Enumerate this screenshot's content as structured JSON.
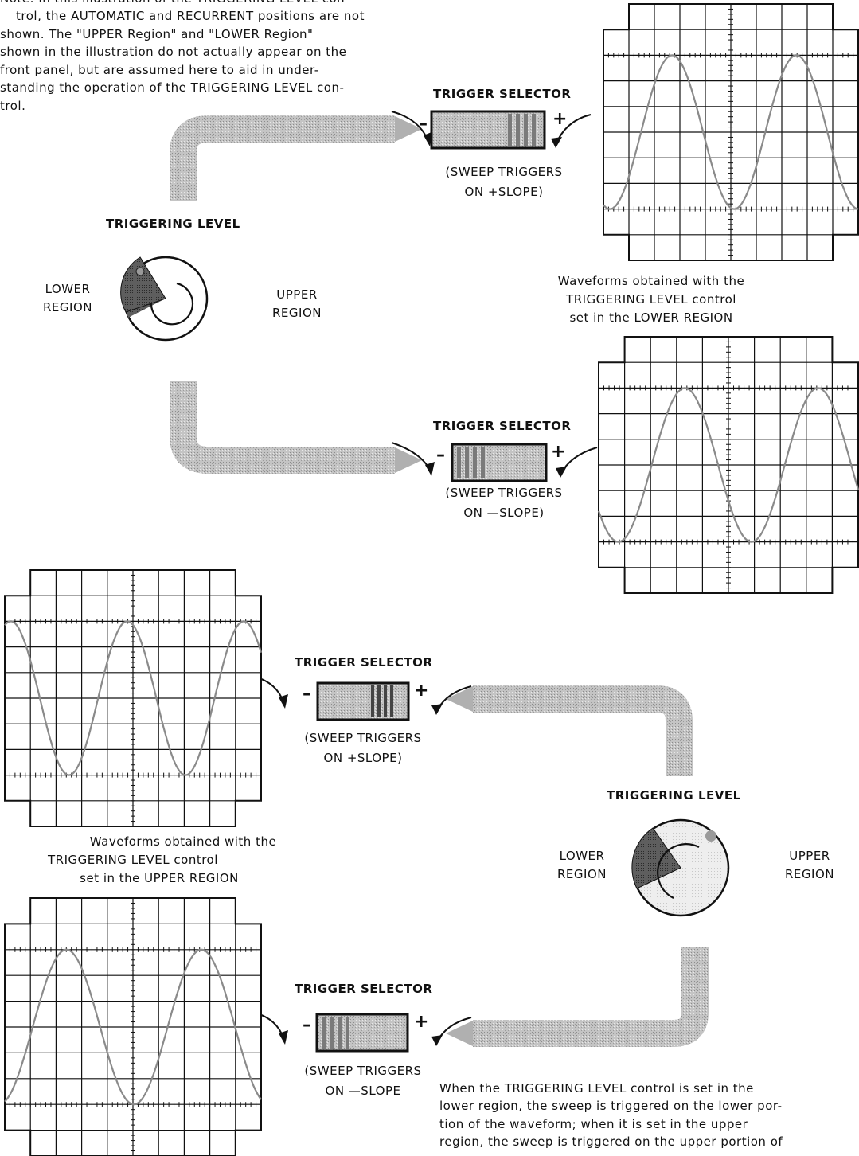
{
  "note_lines": [
    "Note: In this illustration of the TRIGGERING LEVEL con-",
    "trol, the AUTOMATIC and RECURRENT positions are not",
    "shown.  The \"UPPER Region\" and \"LOWER Region\"",
    "shown in the illustration do not actually appear on the",
    "front panel, but are assumed here to aid in under-",
    "standing the operation of the TRIGGERING LEVEL con-",
    "trol."
  ],
  "labels": {
    "triggering_level": "TRIGGERING LEVEL",
    "trigger_selector": "TRIGGER SELECTOR",
    "lower_region_1": "LOWER",
    "lower_region_2": "REGION",
    "upper_region_1": "UPPER",
    "upper_region_2": "REGION",
    "sweep_triggers": "(SWEEP TRIGGERS",
    "on_plus_slope": "ON  +SLOPE)",
    "on_minus_slope_closed": "ON  —SLOPE)",
    "on_minus_slope_open": "ON  —SLOPE",
    "minus": "–",
    "plus": "+"
  },
  "caption_lower": [
    "Waveforms obtained with the",
    "TRIGGERING LEVEL control",
    "set in the LOWER REGION"
  ],
  "caption_upper": [
    "Waveforms obtained with the",
    "TRIGGERING LEVEL control",
    "set in the UPPER REGION"
  ],
  "bottom_note_lines": [
    "When the TRIGGERING LEVEL control is set in the",
    "lower region, the sweep is triggered on the lower por-",
    "tion of the waveform; when it is set in the upper",
    "region, the sweep is triggered on the upper portion of"
  ],
  "colors": {
    "line": "#111111",
    "trace": "#8a8a8a",
    "arrow": "#b8b8b8",
    "dial_dark": "#6a6a6a",
    "stripe": "#888888"
  }
}
